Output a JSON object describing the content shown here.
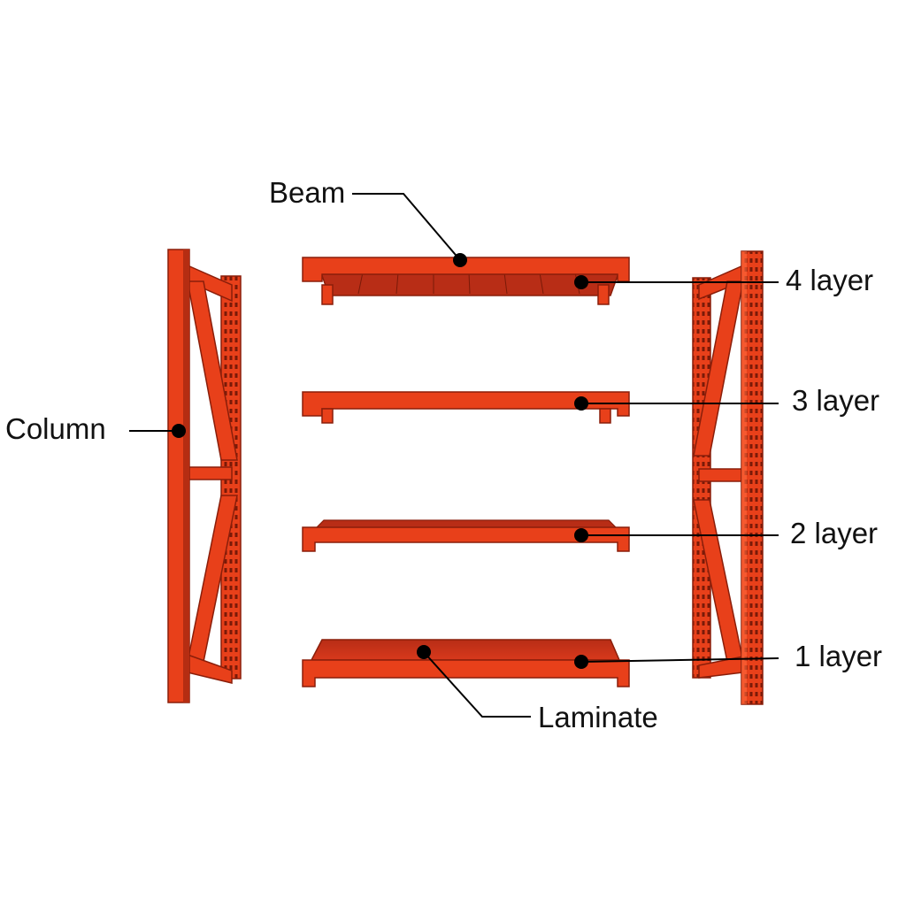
{
  "colors": {
    "steel": "#e8401a",
    "steel_dark": "#a8260c",
    "steel_light": "#ff6a3d",
    "laminate": "#c9321a",
    "background": "#ffffff",
    "line": "#000000"
  },
  "labels": {
    "beam": "Beam",
    "column": "Column",
    "layer4": "4 layer",
    "layer3": "3 layer",
    "layer2": "2 layer",
    "layer1": "1 layer",
    "laminate": "Laminate"
  }
}
